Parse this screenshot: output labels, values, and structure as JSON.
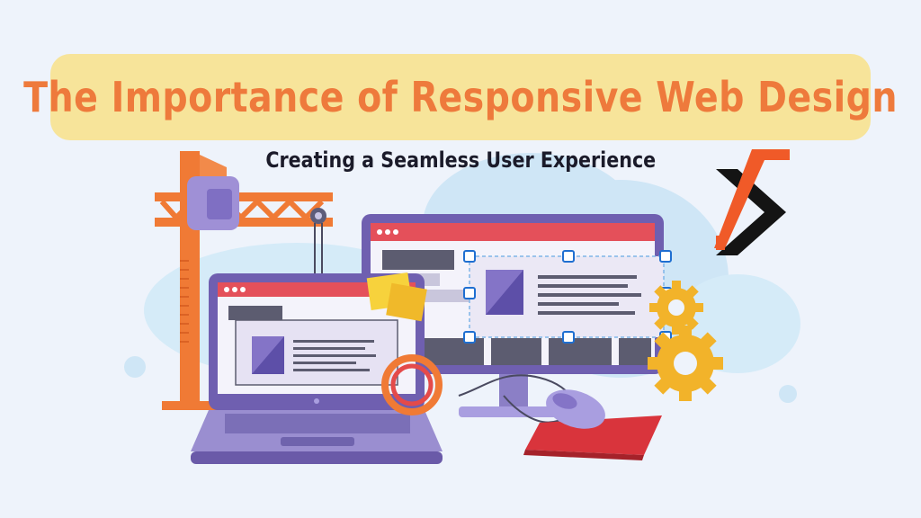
{
  "title": "The Importance of Responsive Web Design",
  "subtitle": "Creating a Seamless User Experience",
  "colors": {
    "background": "#eef3fb",
    "banner": "#f7e49a",
    "title_text": "#ee7a3c",
    "subtitle_text": "#1b1b2a",
    "accent_orange": "#f06a2f",
    "monitor_purple": "#6a5aa8",
    "gear_yellow": "#f2b32a",
    "sticky_note": "#f7d23c",
    "mousepad_red": "#d9343c"
  },
  "icons": {
    "logo": "brand-logo-mark",
    "crane": "construction-crane-icon",
    "laptop": "laptop-icon",
    "monitor": "desktop-monitor-icon",
    "gears": "gear-icon",
    "mouse": "computer-mouse-icon",
    "sticky_notes": "sticky-note-icon",
    "magnifier": "magnifying-glass-icon"
  }
}
